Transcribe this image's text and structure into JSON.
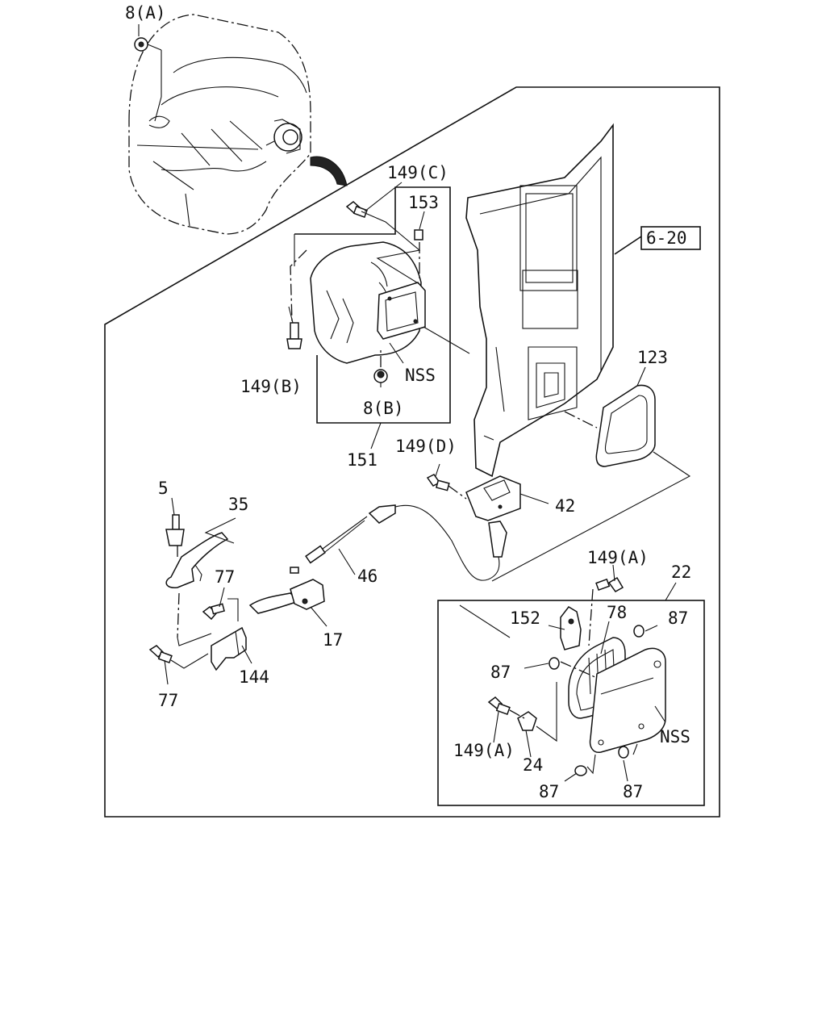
{
  "labels": {
    "l_8a": "8(A)",
    "l_149c": "149(C)",
    "l_153": "153",
    "l_6_20": "6-20",
    "l_149b": "149(B)",
    "l_nss_top": "NSS",
    "l_8b": "8(B)",
    "l_151": "151",
    "l_123": "123",
    "l_149d": "149(D)",
    "l_42": "42",
    "l_5": "5",
    "l_35": "35",
    "l_46": "46",
    "l_77_top": "77",
    "l_17": "17",
    "l_144": "144",
    "l_77_bot": "77",
    "l_149a_top": "149(A)",
    "l_22": "22",
    "l_152": "152",
    "l_78": "78",
    "l_87_tr": "87",
    "l_87_ml": "87",
    "l_149a_bot": "149(A)",
    "l_24": "24",
    "l_nss_bot": "NSS",
    "l_87_bl": "87",
    "l_87_br": "87"
  }
}
